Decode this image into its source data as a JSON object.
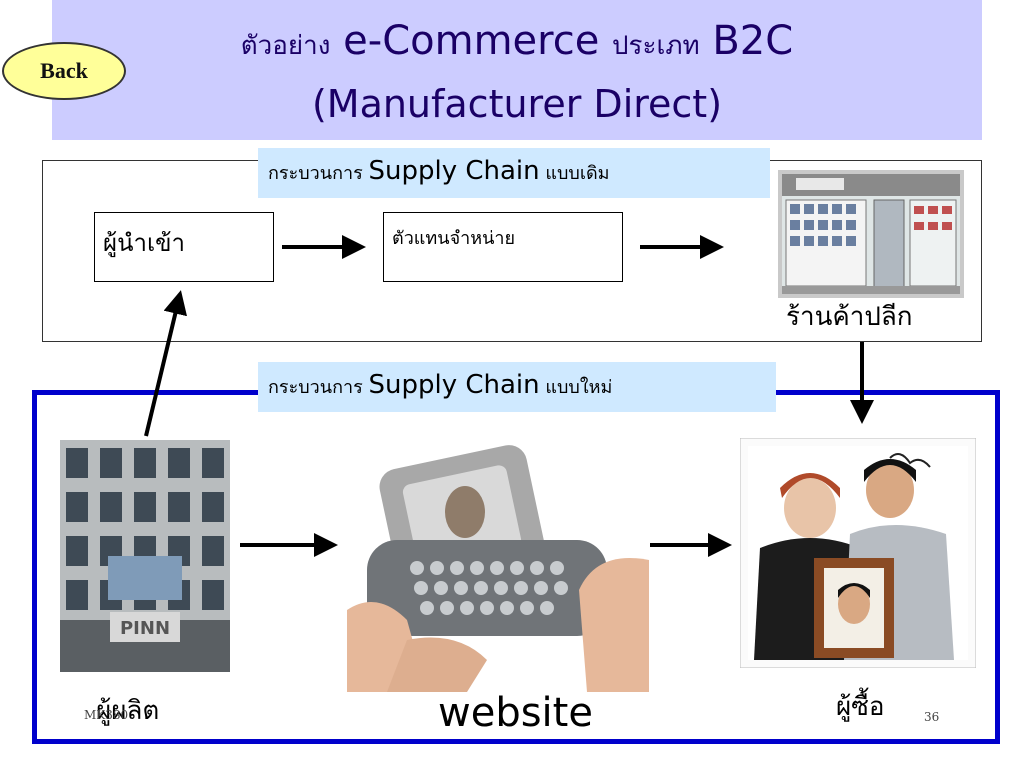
{
  "title": {
    "line1_thai_a": "ตัวอย่าง",
    "line1_latin_a": "e-Commerce",
    "line1_thai_b": "ประเภท",
    "line1_latin_b": "B2C",
    "line2": "(Manufacturer Direct)"
  },
  "back_button": {
    "label": "Back"
  },
  "old_chain": {
    "banner_prefix": "กระบวนการ",
    "banner_main": "Supply Chain",
    "banner_suffix": "แบบเดิม",
    "importer": "ผู้นำเข้า",
    "agent": "ตัวแทนจำหน่าย",
    "retail_caption": "ร้านค้าปลีก"
  },
  "new_chain": {
    "banner_prefix": "กระบวนการ",
    "banner_main": "Supply Chain",
    "banner_suffix": "แบบใหม่",
    "producer_caption": "ผู้ผลิต",
    "website_caption": "website",
    "buyer_caption": "ผู้ซื้อ"
  },
  "building_sign": "PINN",
  "footer": {
    "course_code": "MK380",
    "page_number": "36"
  },
  "colors": {
    "title_band": "#ccccff",
    "title_text": "#1a0066",
    "banner": "#cfe9ff",
    "new_box_border": "#0000cc",
    "back_fill": "#ffff99"
  }
}
